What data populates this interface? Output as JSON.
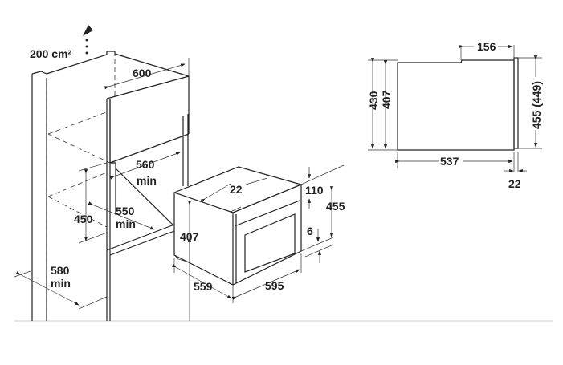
{
  "figure": {
    "ventilation_label": "200 cm²",
    "cabinet": {
      "width": "600",
      "niche_width": "560",
      "niche_width_min": "min",
      "niche_height": "450",
      "niche_depth": "550",
      "niche_depth_min": "min",
      "cabinet_depth": "580",
      "cabinet_depth_min": "min"
    },
    "oven": {
      "front_offset": "22",
      "top_gap": "110",
      "front_height": "455",
      "body_height": "407",
      "bottom_gap": "6",
      "depth": "559",
      "width": "595"
    },
    "side_view": {
      "panel_recess": "156",
      "total_height": "430",
      "body_height": "407",
      "front_height": "455 (449)",
      "body_depth": "537",
      "front_thickness": "22"
    }
  },
  "colors": {
    "line": "#222222",
    "background": "#ffffff"
  }
}
